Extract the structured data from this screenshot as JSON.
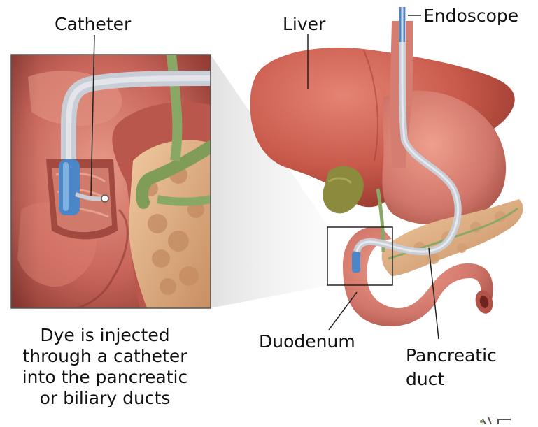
{
  "labels": {
    "catheter": "Catheter",
    "liver": "Liver",
    "endoscope": "Endoscope",
    "duodenum": "Duodenum",
    "pancreatic_duct": [
      "Pancreatic",
      "duct"
    ]
  },
  "caption": [
    "Dye is injected",
    "through a catheter",
    "into the pancreatic",
    "or biliary ducts"
  ],
  "colors": {
    "tissue": "#c8655a",
    "tissue_dark": "#9c3f36",
    "liver": "#c95a4c",
    "duct": "#8aa865",
    "pancreas": "#e0b58c",
    "catheter_blue": "#4a86c8",
    "frame": "#333333"
  }
}
